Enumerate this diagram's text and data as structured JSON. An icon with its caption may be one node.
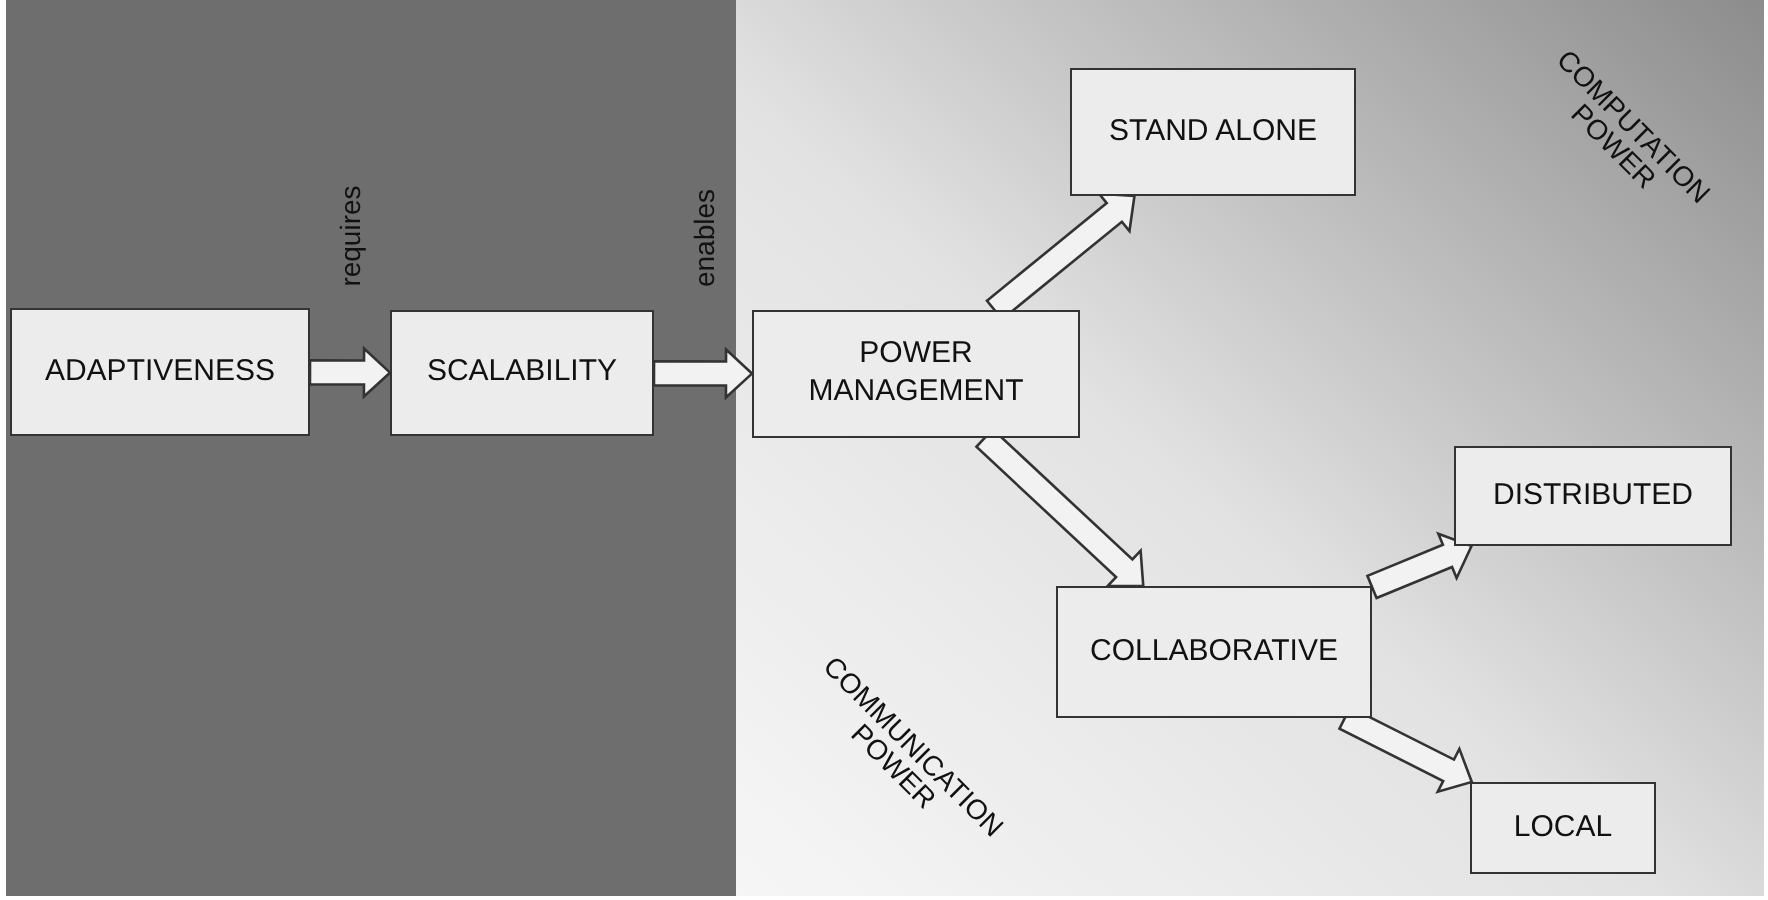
{
  "diagram": {
    "nodes": [
      {
        "text": [
          "ADAPTIVENESS"
        ]
      },
      {
        "text": [
          "SCALABILITY"
        ]
      },
      {
        "text": [
          "POWER MANAGEMENT"
        ]
      },
      {
        "text": [
          "STAND ALONE"
        ]
      },
      {
        "text": [
          "DISTRIBUTED"
        ]
      },
      {
        "text": [
          "COLLABORATIVE"
        ]
      },
      {
        "text": [
          "LOCAL"
        ]
      }
    ],
    "edges": [
      {
        "from": 0,
        "to": 1,
        "arrow": "to",
        "label": "requires"
      },
      {
        "from": 1,
        "to": 2,
        "arrow": "to",
        "label": "enables"
      },
      {
        "from": 2,
        "to": 3,
        "arrow": "to"
      },
      {
        "from": 2,
        "to": 5,
        "arrow": "to"
      },
      {
        "from": 5,
        "to": 4,
        "arrow": "to"
      },
      {
        "from": 5,
        "to": 6,
        "arrow": "to"
      }
    ],
    "labels": [
      "COMPUTATION POWER",
      "COMMUNICATION POWER"
    ]
  }
}
